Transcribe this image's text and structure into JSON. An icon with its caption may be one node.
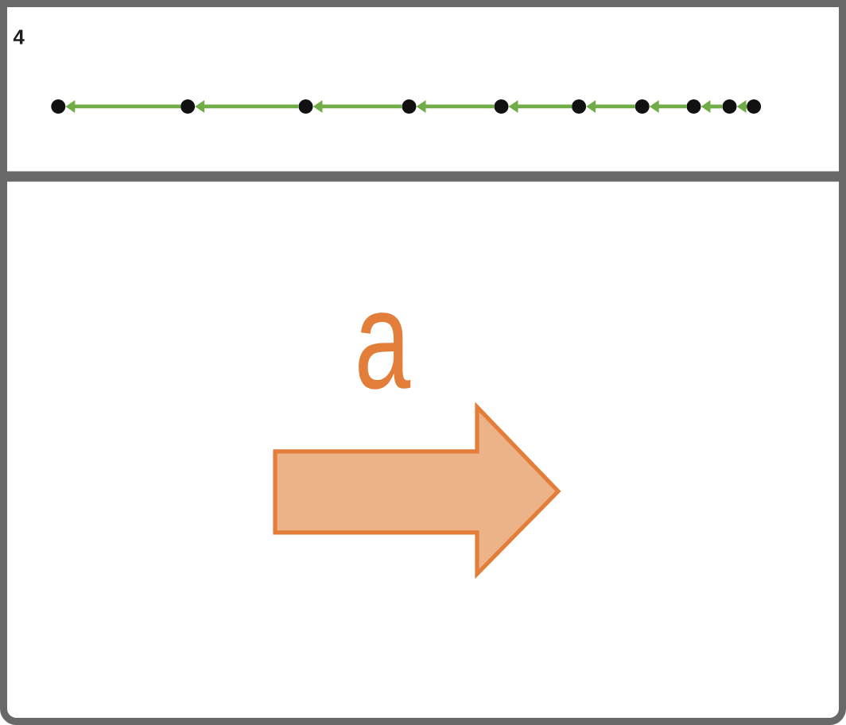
{
  "diagram": {
    "nodes": [
      {
        "text": [
          "4"
        ]
      },
      {
        "text": [],
        "shape": "circle",
        "in": 0
      },
      {
        "text": [],
        "shape": "circle",
        "in": 0
      },
      {
        "text": [],
        "shape": "circle",
        "in": 0
      },
      {
        "text": [],
        "shape": "circle",
        "in": 0
      },
      {
        "text": [],
        "shape": "circle",
        "in": 0
      },
      {
        "text": [],
        "shape": "circle",
        "in": 0
      },
      {
        "text": [],
        "shape": "circle",
        "in": 0
      },
      {
        "text": [],
        "shape": "circle",
        "in": 0
      },
      {
        "text": [],
        "shape": "circle",
        "in": 0
      },
      {
        "text": [],
        "shape": "circle",
        "in": 0
      },
      {
        "text": [
          "a"
        ]
      }
    ],
    "edges": [
      {
        "from": 2,
        "to": 1,
        "arrow": "to"
      },
      {
        "from": 3,
        "to": 2,
        "arrow": "to"
      },
      {
        "from": 4,
        "to": 3,
        "arrow": "to"
      },
      {
        "from": 5,
        "to": 4,
        "arrow": "to"
      },
      {
        "from": 6,
        "to": 5,
        "arrow": "to"
      },
      {
        "from": 7,
        "to": 6,
        "arrow": "to"
      },
      {
        "from": 8,
        "to": 7,
        "arrow": "to"
      },
      {
        "from": 9,
        "to": 8,
        "arrow": "to"
      },
      {
        "from": 10,
        "to": 9,
        "arrow": "to"
      }
    ]
  }
}
